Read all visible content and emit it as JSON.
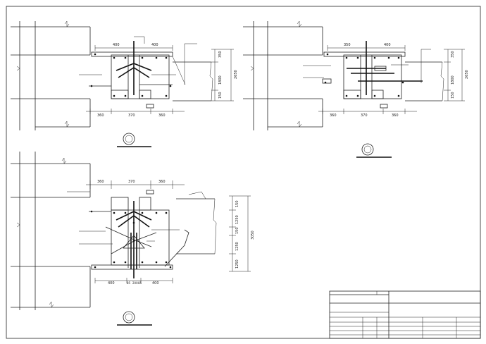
{
  "details": [
    {
      "top_dims": [
        "400",
        "400"
      ],
      "bottom_dims": [
        "360",
        "370",
        "360"
      ],
      "side_dims": [
        "350",
        "1800",
        "150",
        "2650"
      ]
    },
    {
      "top_dims": [
        "350",
        "400"
      ],
      "bottom_dims": [
        "360",
        "370",
        "360"
      ],
      "side_dims": [
        "350",
        "1800",
        "150",
        "2650"
      ]
    },
    {
      "top_dims": [
        "360",
        "370",
        "360"
      ],
      "bottom_dims": [
        "400",
        "400"
      ],
      "bottom_small_dims": [
        "85",
        "200",
        "85"
      ],
      "side_dims": [
        "150",
        "1250",
        "150",
        "1250",
        "1250",
        "3050"
      ]
    }
  ],
  "title_block": {
    "rows": 6
  }
}
